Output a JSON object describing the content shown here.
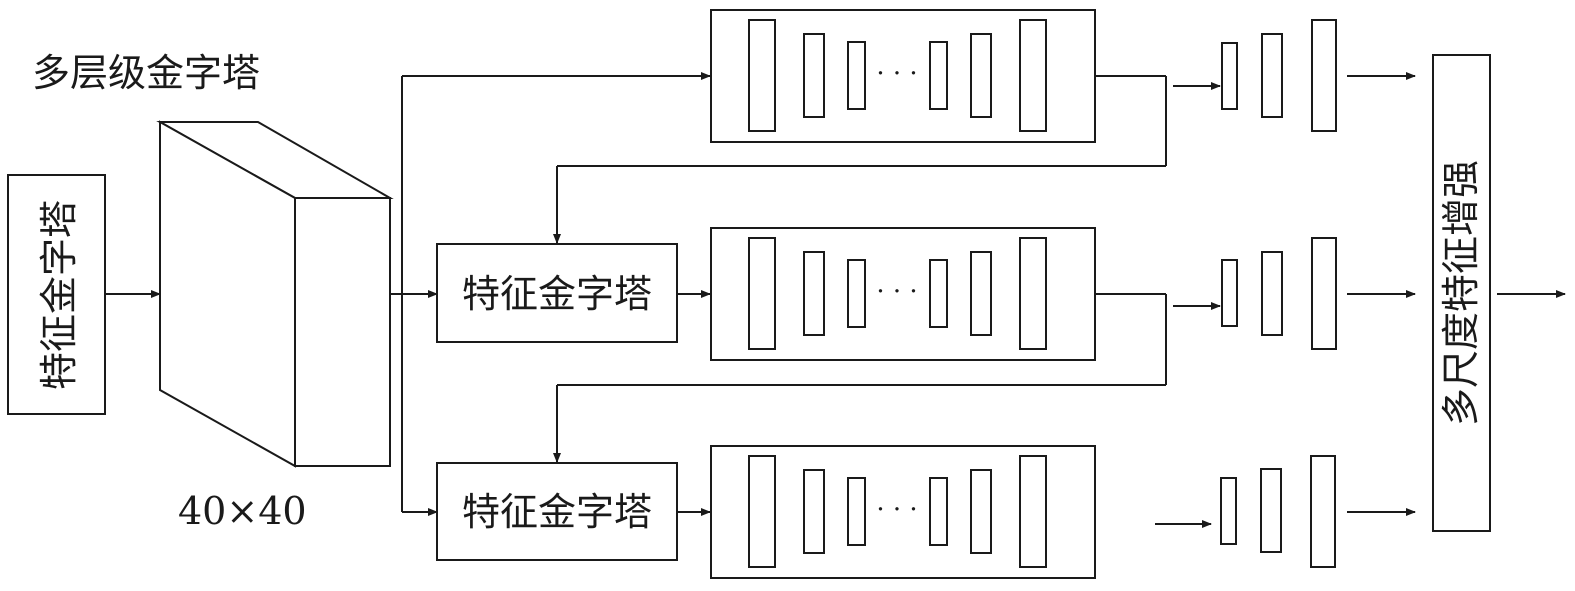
{
  "title": "多层级金字塔",
  "input_label": "特征金字塔",
  "cube_size_label": "40×40",
  "pyramid_label": "特征金字塔",
  "ellipsis": "· · ·",
  "output_label": "多尺度特征增强",
  "colors": {
    "stroke": "#1a1a1a",
    "fill": "#ffffff"
  }
}
